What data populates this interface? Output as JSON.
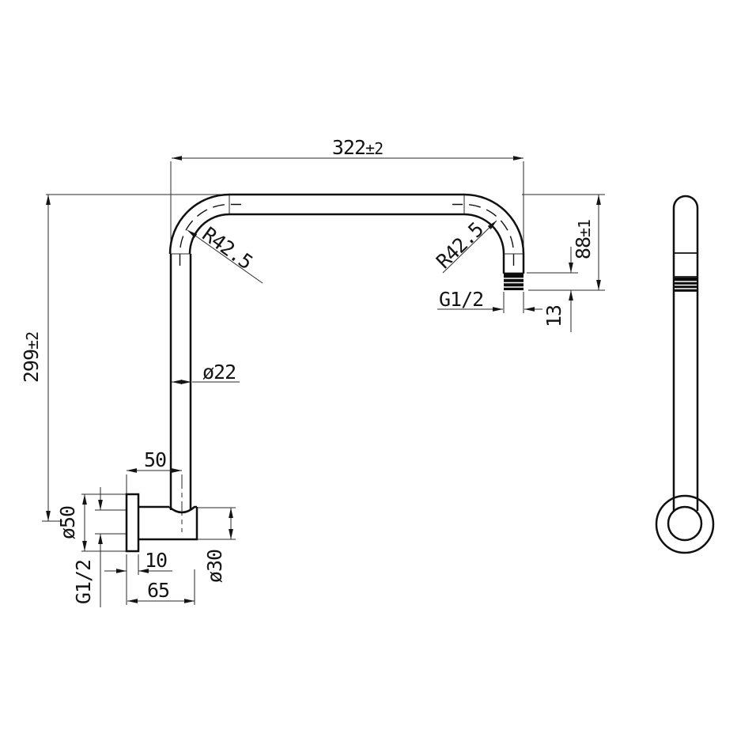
{
  "drawing": {
    "type": "technical-drawing",
    "subject": "shower-arm-two-views",
    "colors": {
      "background": "#ffffff",
      "line": "#101010"
    },
    "dimensions": {
      "top_width_value": "322",
      "top_width_tol": "±2",
      "left_height_value": "299",
      "left_height_tol": "±2",
      "right_height_value": "88",
      "right_height_tol": "±1",
      "corner_radius_left": "R42.5",
      "corner_radius_right": "R42.5",
      "outlet_thread": "G1/2",
      "thread_length": "13",
      "pipe_diameter": "ø22",
      "wall_plate_diameter": "ø50",
      "inlet_thread": "G1/2",
      "wall_plate_thickness": "10",
      "wall_connector_length": "65",
      "connector_body_diameter": "ø30",
      "pipe_center_offset": "50"
    }
  }
}
